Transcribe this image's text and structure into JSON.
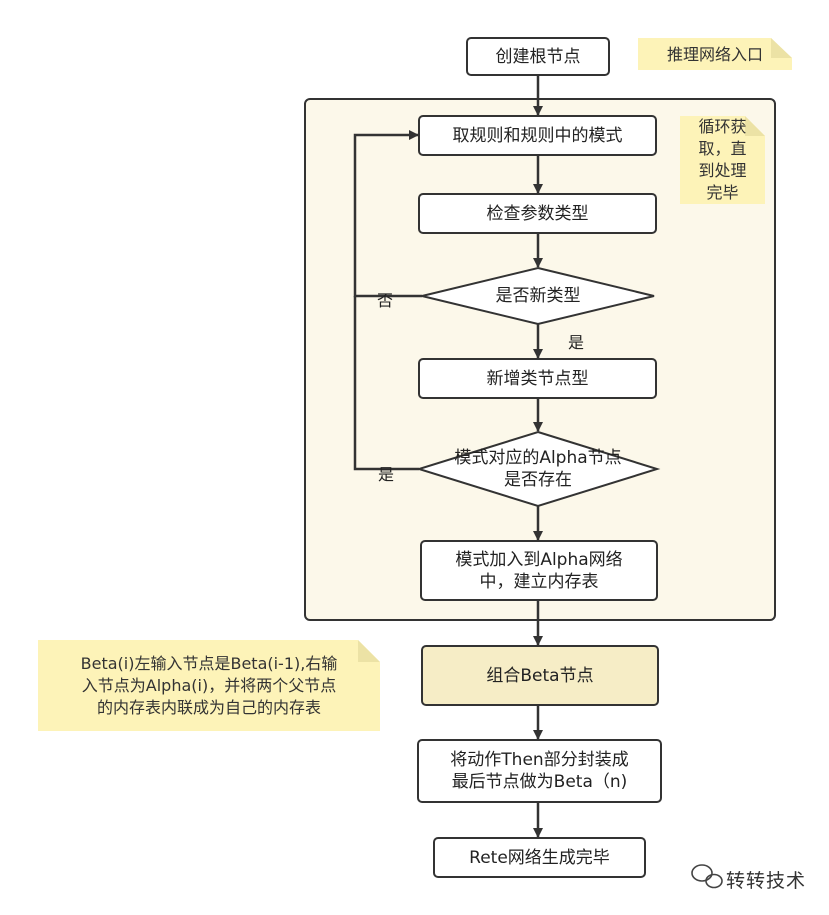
{
  "nodes": {
    "create_root": "创建根节点",
    "get_rules": "取规则和规则中的模式",
    "check_types": "检查参数类型",
    "is_new_type": "是否新类型",
    "add_type_node": "新增类节点型",
    "alpha_exists_line1": "模式对应的Alpha节点",
    "alpha_exists_line2": "是否存在",
    "add_to_alpha_line1": "模式加入到Alpha网络",
    "add_to_alpha_line2": "中，建立内存表",
    "combine_beta": "组合Beta节点",
    "encapsulate_line1": "将动作Then部分封装成",
    "encapsulate_line2": "最后节点做为Beta（n)",
    "finish": "Rete网络生成完毕"
  },
  "edges": {
    "no_label": "否",
    "yes_label_1": "是",
    "yes_label_2": "是"
  },
  "notes": {
    "entry_line": "推理网络入口",
    "loop_line1": "循环获",
    "loop_line2": "取，直",
    "loop_line3": "到处理",
    "loop_line4": "完毕",
    "beta_line1": "Beta(i)左输入节点是Beta(i-1),右输",
    "beta_line2": "入节点为Alpha(i)，并将两个父节点",
    "beta_line3": "的内存表内联成为自己的内存表"
  },
  "watermark": "转转技术",
  "colors": {
    "loop_bg": "#fcf8ea",
    "note_bg": "#fdf3b8",
    "note_fold": "#ece2a5",
    "beta_fill": "#f6edc6",
    "stroke": "#333333"
  }
}
